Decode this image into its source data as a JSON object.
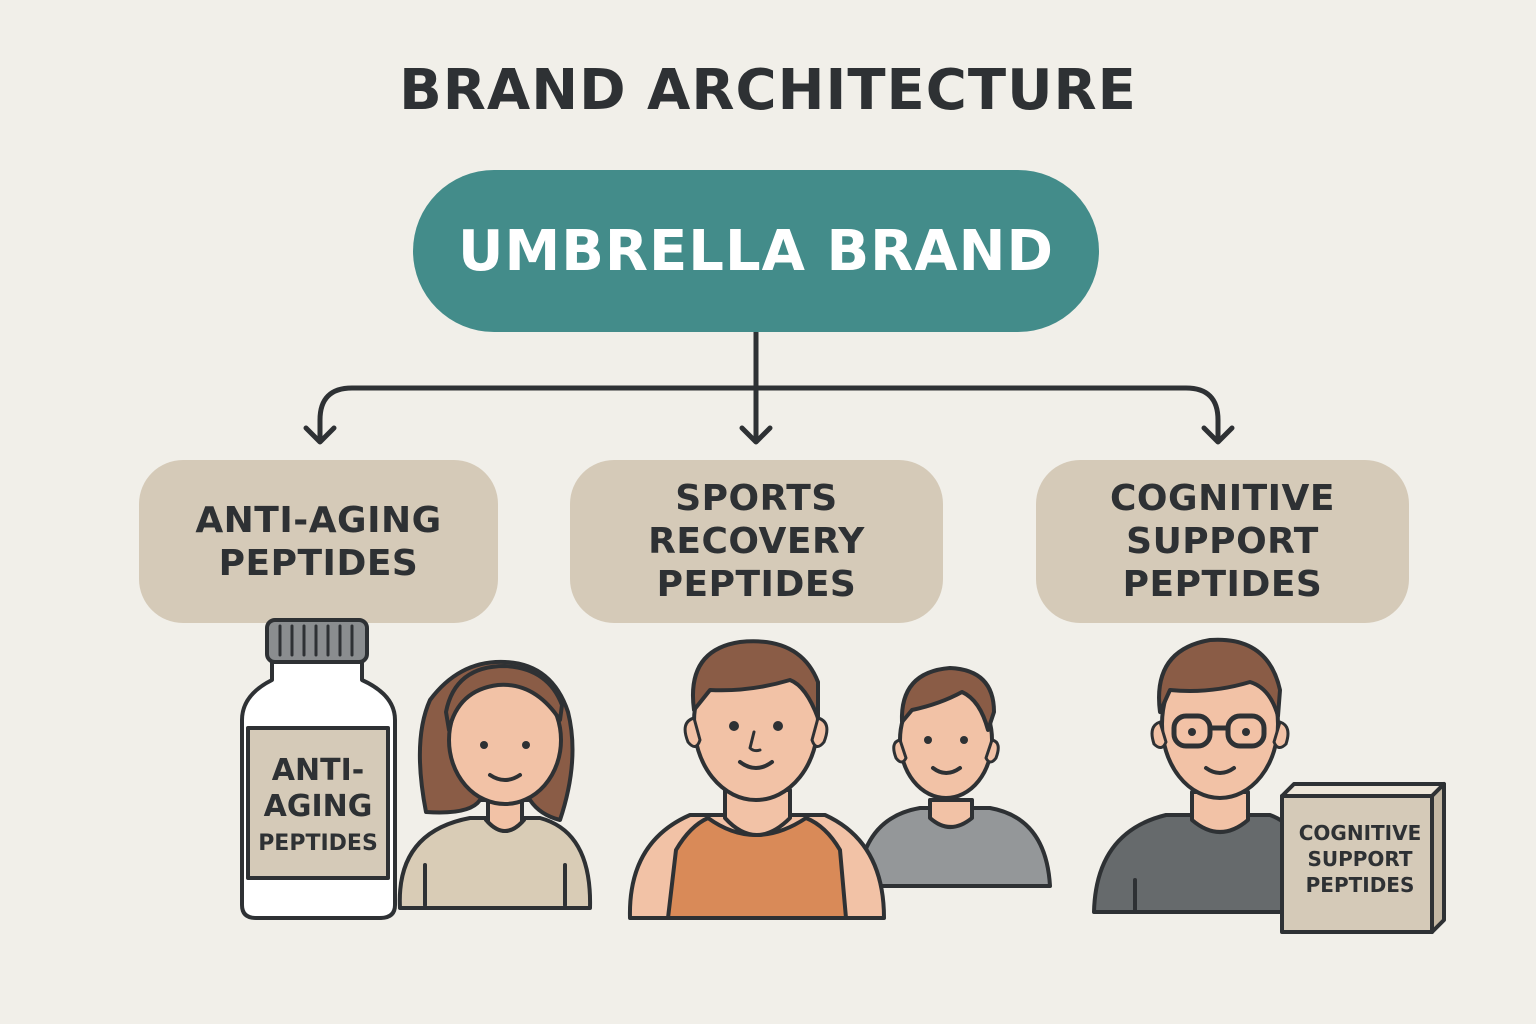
{
  "diagram": {
    "title": "BRAND ARCHITECTURE",
    "root": {
      "label": "UMBRELLA BRAND",
      "color": "#438c8a"
    },
    "children": [
      {
        "label": "ANTI-AGING\nPEPTIDES"
      },
      {
        "label": "SPORTS\nRECOVERY\nPEPTIDES"
      },
      {
        "label": "COGNITIVE\nSUPPORT\nPEPTIDES"
      }
    ],
    "illustrations": {
      "bottle_label": [
        "ANTI-",
        "AGING",
        "PEPTIDES"
      ],
      "box_label": [
        "COGNITIVE",
        "SUPPORT",
        "PEPTIDES"
      ]
    },
    "colors": {
      "background": "#f1efe9",
      "child_fill": "#d5cab8",
      "text": "#2e3134",
      "skin": "#f2c2a6",
      "hair": "#8a5c46",
      "tank_top": "#d98a58"
    }
  }
}
